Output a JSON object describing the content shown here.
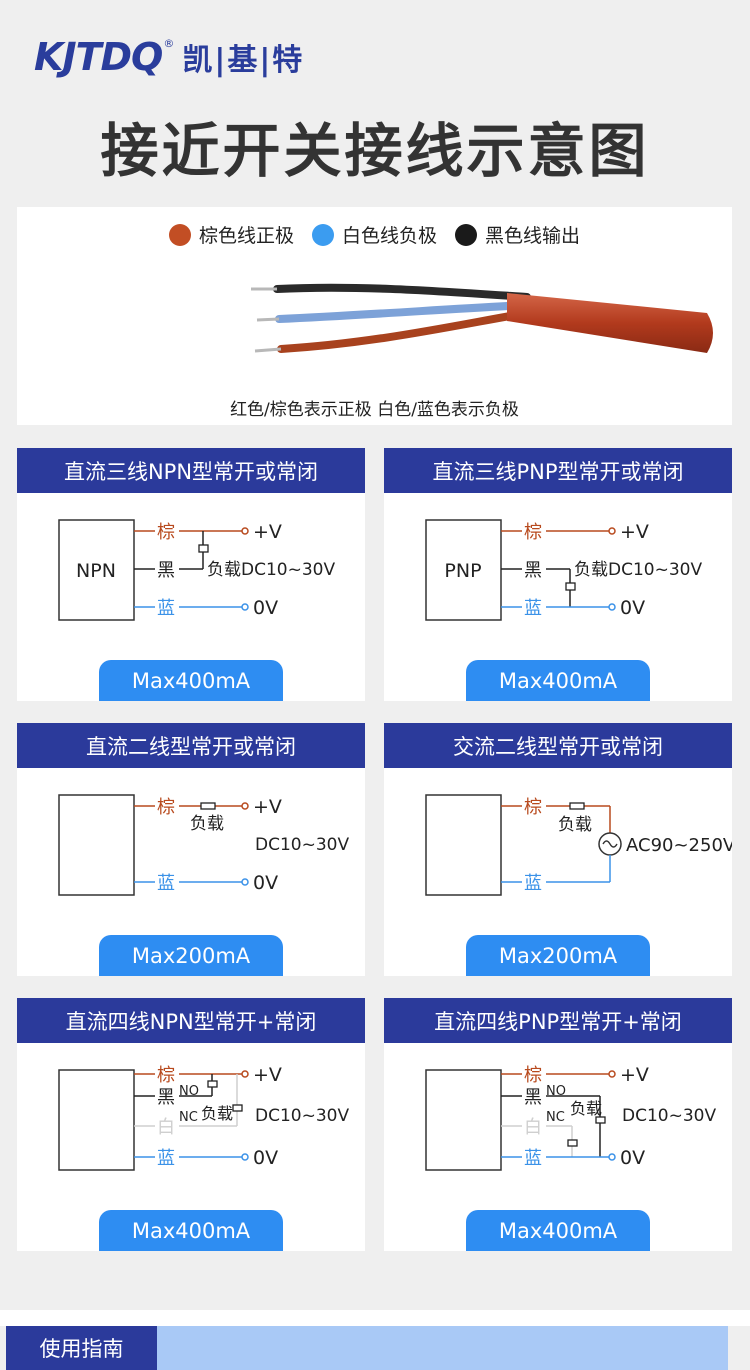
{
  "header": {
    "logo_en": "KJTDQ",
    "logo_reg": "®",
    "logo_cn": "凯|基|特",
    "title": "接近开关接线示意图"
  },
  "wires": {
    "legend": [
      {
        "label": "棕色线正极",
        "color": "#c24e24"
      },
      {
        "label": "白色线负极",
        "color": "#3b9cf0"
      },
      {
        "label": "黑色线输出",
        "color": "#1a1a1a"
      }
    ],
    "caption": "红色/棕色表示正极  白色/蓝色表示负极"
  },
  "colors": {
    "brown": "#b84a1e",
    "blue": "#3b92e8",
    "black": "#222222",
    "white_wire": "#cfcfcf",
    "header": "#2b3a9b",
    "pill": "#2e8df2"
  },
  "panels": [
    {
      "title": "直流三线NPN型常开或常闭",
      "box_label": "NPN",
      "brown": "棕",
      "black": "黑",
      "blue": "蓝",
      "plus": "+V",
      "zero": "0V",
      "load": "负载DC10~30V",
      "max": "Max400mA"
    },
    {
      "title": "直流三线PNP型常开或常闭",
      "box_label": "PNP",
      "brown": "棕",
      "black": "黑",
      "blue": "蓝",
      "plus": "+V",
      "zero": "0V",
      "load": "负载DC10~30V",
      "max": "Max400mA"
    },
    {
      "title": "直流二线型常开或常闭",
      "brown": "棕",
      "blue": "蓝",
      "plus": "+V",
      "zero": "0V",
      "load": "负载",
      "voltage": "DC10~30V",
      "max": "Max200mA"
    },
    {
      "title": "交流二线型常开或常闭",
      "brown": "棕",
      "blue": "蓝",
      "load": "负载",
      "voltage": "AC90~250V",
      "max": "Max200mA"
    },
    {
      "title": "直流四线NPN型常开+常闭",
      "brown": "棕",
      "black": "黑",
      "white": "白",
      "blue": "蓝",
      "no": "NO",
      "nc": "NC",
      "plus": "+V",
      "zero": "0V",
      "load": "负载",
      "voltage": "DC10~30V",
      "max": "Max400mA"
    },
    {
      "title": "直流四线PNP型常开+常闭",
      "brown": "棕",
      "black": "黑",
      "white": "白",
      "blue": "蓝",
      "no": "NO",
      "nc": "NC",
      "plus": "+V",
      "zero": "0V",
      "load": "负载",
      "voltage": "DC10~30V",
      "max": "Max400mA"
    }
  ],
  "guide": {
    "label": "使用指南"
  }
}
